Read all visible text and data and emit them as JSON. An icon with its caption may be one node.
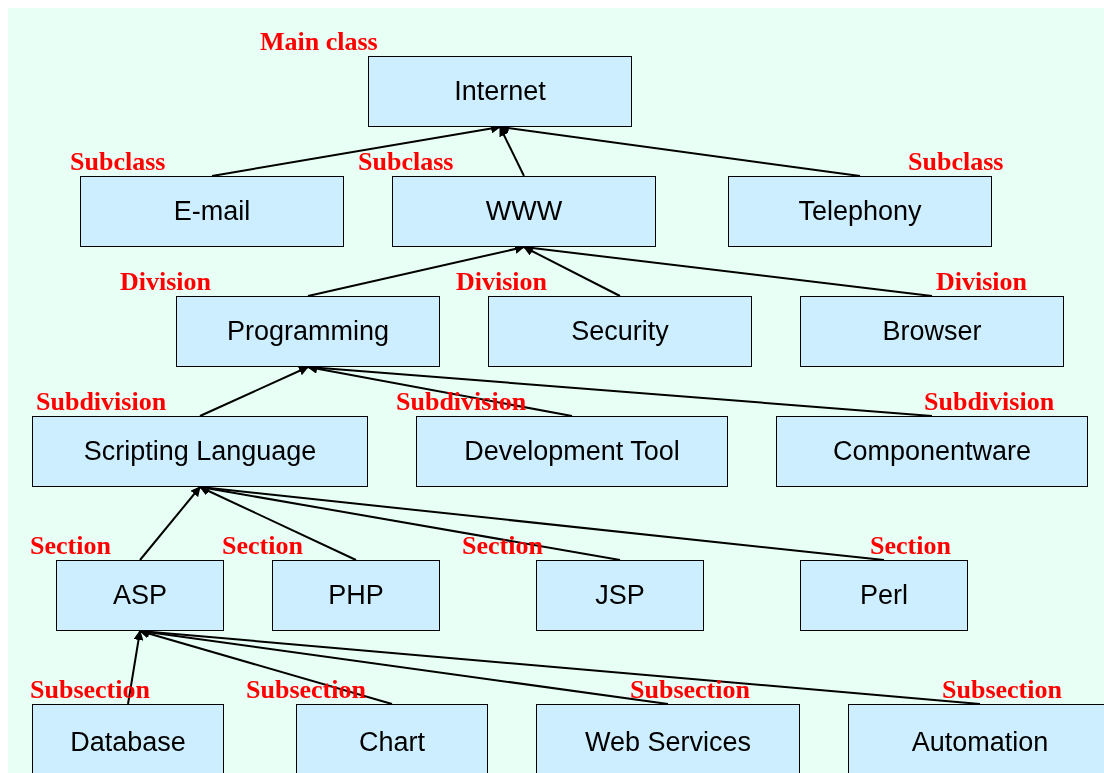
{
  "diagram": {
    "nodes": [
      {
        "text": [
          "Internet"
        ],
        "beside": [
          "Main class"
        ]
      },
      {
        "text": [
          "E-mail"
        ],
        "beside": [
          "Subclass"
        ]
      },
      {
        "text": [
          "WWW"
        ],
        "beside": [
          "Subclass"
        ]
      },
      {
        "text": [
          "Telephony"
        ],
        "beside": [
          "Subclass"
        ]
      },
      {
        "text": [
          "Programming"
        ],
        "beside": [
          "Division"
        ]
      },
      {
        "text": [
          "Security"
        ],
        "beside": [
          "Division"
        ]
      },
      {
        "text": [
          "Browser"
        ],
        "beside": [
          "Division"
        ]
      },
      {
        "text": [
          "Scripting Language"
        ],
        "beside": [
          "Subdivision"
        ]
      },
      {
        "text": [
          "Development Tool"
        ],
        "beside": [
          "Subdivision"
        ]
      },
      {
        "text": [
          "Componentware"
        ],
        "beside": [
          "Subdivision"
        ]
      },
      {
        "text": [
          "ASP"
        ],
        "beside": [
          "Section"
        ]
      },
      {
        "text": [
          "PHP"
        ],
        "beside": [
          "Section"
        ]
      },
      {
        "text": [
          "JSP"
        ],
        "beside": [
          "Section"
        ]
      },
      {
        "text": [
          "Perl"
        ],
        "beside": [
          "Section"
        ]
      },
      {
        "text": [
          "Database"
        ],
        "beside": [
          "Subsection"
        ]
      },
      {
        "text": [
          "Chart"
        ],
        "beside": [
          "Subsection"
        ]
      },
      {
        "text": [
          "Web Services"
        ],
        "beside": [
          "Subsection"
        ]
      },
      {
        "text": [
          "Automation"
        ],
        "beside": [
          "Subsection"
        ]
      }
    ],
    "edges": [
      {
        "from": 1,
        "to": 0,
        "arrow": "to"
      },
      {
        "from": 2,
        "to": 0,
        "arrow": "to"
      },
      {
        "from": 3,
        "to": 0,
        "arrow": "to"
      },
      {
        "from": 4,
        "to": 2,
        "arrow": "to"
      },
      {
        "from": 5,
        "to": 2,
        "arrow": "to"
      },
      {
        "from": 6,
        "to": 2,
        "arrow": "to"
      },
      {
        "from": 7,
        "to": 4,
        "arrow": "to"
      },
      {
        "from": 8,
        "to": 4,
        "arrow": "to"
      },
      {
        "from": 9,
        "to": 4,
        "arrow": "to"
      },
      {
        "from": 10,
        "to": 7,
        "arrow": "to"
      },
      {
        "from": 11,
        "to": 7,
        "arrow": "to"
      },
      {
        "from": 12,
        "to": 7,
        "arrow": "to"
      },
      {
        "from": 13,
        "to": 7,
        "arrow": "to"
      },
      {
        "from": 14,
        "to": 10,
        "arrow": "to"
      },
      {
        "from": 15,
        "to": 10,
        "arrow": "to"
      },
      {
        "from": 16,
        "to": 10,
        "arrow": "to"
      },
      {
        "from": 17,
        "to": 10,
        "arrow": "to"
      }
    ]
  }
}
